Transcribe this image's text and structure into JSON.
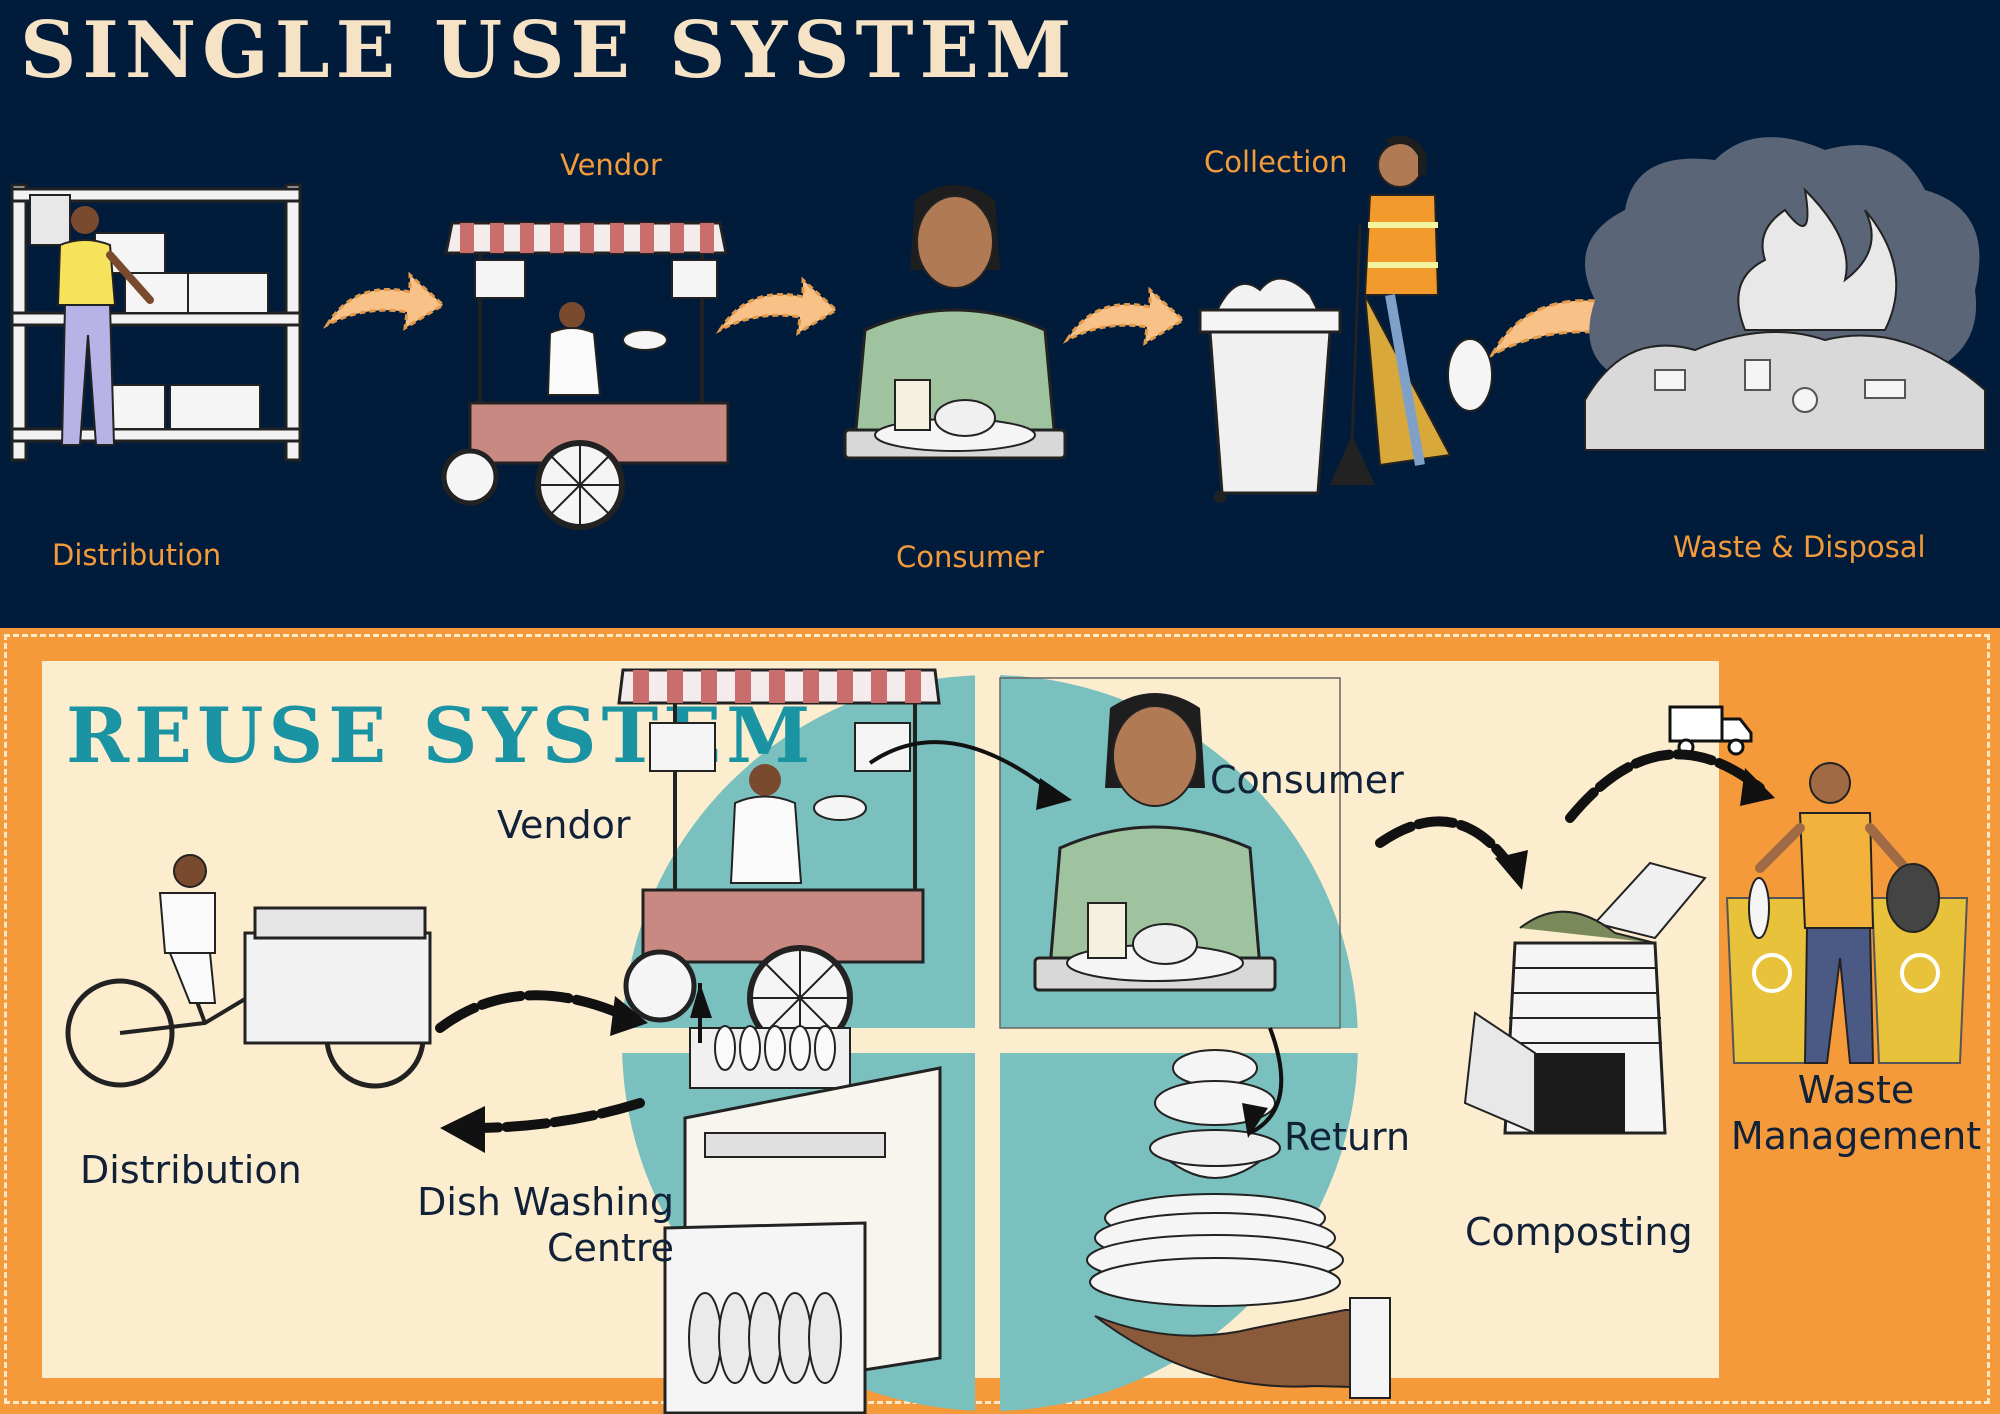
{
  "single_use": {
    "title": "SINGLE USE SYSTEM",
    "stages": {
      "distribution": "Distribution",
      "vendor": "Vendor",
      "consumer": "Consumer",
      "collection": "Collection",
      "waste": "Waste & Disposal"
    }
  },
  "reuse": {
    "title": "REUSE SYSTEM",
    "stages": {
      "vendor": "Vendor",
      "consumer": "Consumer",
      "distribution": "Distribution",
      "dishwashing_line1": "Dish Washing",
      "dishwashing_line2": "Centre",
      "return": "Return",
      "composting": "Composting",
      "waste_line1": "Waste",
      "waste_line2": "Management"
    }
  },
  "colors": {
    "navy": "#011c3b",
    "cream": "#fdedcf",
    "orange": "#f59a3a",
    "teal": "#7ac0bf",
    "label_orange": "#f39a3b",
    "title_teal": "#1a93a3",
    "title_cream": "#f6e3c6"
  },
  "icons": [
    "shelf-icon",
    "food-cart-icon",
    "consumer-icon",
    "trash-bin-icon",
    "sweeper-icon",
    "landfill-fire-icon",
    "cargo-bike-icon",
    "dishwasher-icon",
    "dish-stack-icon",
    "compost-bin-icon",
    "delivery-truck-icon",
    "waste-worker-icon",
    "recycle-bins-icon"
  ]
}
